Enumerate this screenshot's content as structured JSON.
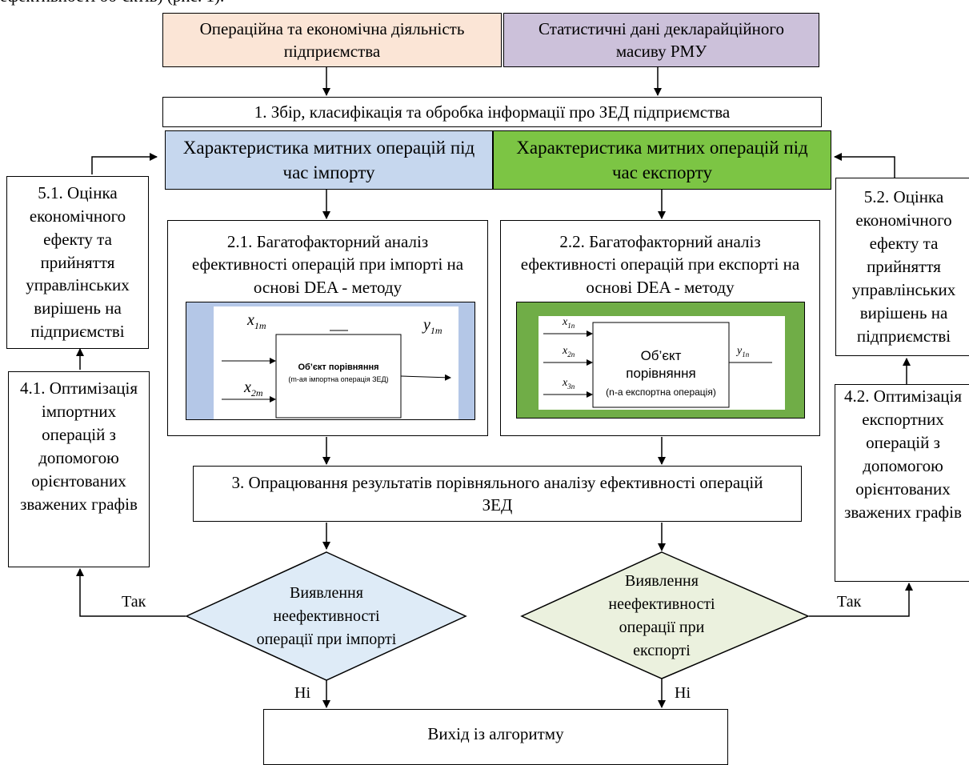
{
  "top_cut_text": "ефективності об’єктів) (рис. 1).",
  "sources": {
    "operational": "Операційна та економічна діяльність підприємства",
    "statistics": "Статистичні дані декларайційного масиву РМУ"
  },
  "step1": "1. Збір, класифікація та обробка інформації про ЗЕД підприємства",
  "char_import": "Характеристика митних операцій під час імпорту",
  "char_export": "Характеристика митних операцій під час експорту",
  "step21": {
    "title": "2.1. Багатофакторний аналіз ефективності операцій при імпорті на основі DEA - методу",
    "x1": "x",
    "x1_sub": "1m",
    "x2": "x",
    "x2_sub": "2m",
    "y1": "y",
    "y1_sub": "1m",
    "object_label": "Об’єкт порівняння",
    "object_sub": "(m-ая імпортна операція ЗЕД)"
  },
  "step22": {
    "title": "2.2. Багатофакторний аналіз ефективності операцій при експорті на основі DEA - методу",
    "x1": "x",
    "x1_sub": "1n",
    "x2": "x",
    "x2_sub": "2n",
    "x3": "x",
    "x3_sub": "3n",
    "y1": "y",
    "y1_sub": "1n",
    "object_label_line1": "Об’єкт",
    "object_label_line2": "порівняння",
    "object_sub": "(n-а експортна операція)"
  },
  "step3": "3. Опрацювання результатів порівняльного аналізу ефективності операцій ЗЕД",
  "decision_import": "Виявлення неефективності операції при імпорті",
  "decision_export": "Виявлення неефективності операції при експорті",
  "label_yes": "Так",
  "label_no": "Ні",
  "step41": "4.1. Оптимізація імпортних операцій з допомогою орієнтованих зважених графів",
  "step42": "4.2. Оптимізація експортних операцій з допомогою орієнтованих зважених графів",
  "step51": "5.1. Оцінка економічного ефекту та прийняття управлінських вирішень на підприємстві",
  "step52": "5.2. Оцінка економічного ефекту та прийняття управлінських вирішень на підприємстві",
  "exit": "Вихід із алгоритму",
  "colors": {
    "operational_fill": "#fbe5d6",
    "statistics_fill": "#ccc1da",
    "import_fill": "#c6d7ee",
    "export_fill": "#7cc544",
    "import_panel": "#b4c7e7",
    "export_panel": "#70ad47",
    "diamond_import": "#deebf7",
    "diamond_export": "#ebf1de"
  }
}
